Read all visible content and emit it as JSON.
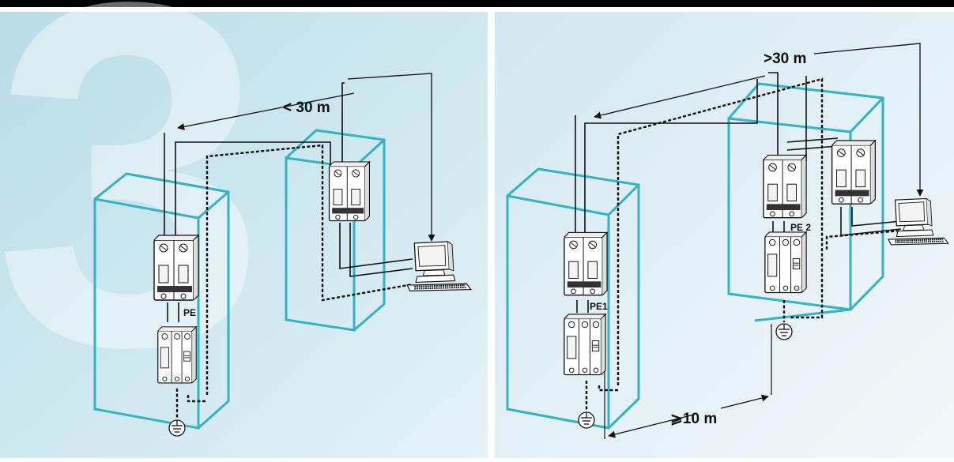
{
  "figure_number": "3",
  "left_panel": {
    "distance_label": "< 30 m",
    "earth_label": "PE"
  },
  "right_panel": {
    "distance_label": ">30 m",
    "earth_label_1": "PE1",
    "earth_label_2": "PE 2",
    "separation_label": "⩾10 m"
  },
  "colors": {
    "top_bar": "#000000",
    "left_panel_bg": "#cfe7ef",
    "right_panel_bg": "#e3f0f5",
    "enclosure": "#33b3c6",
    "wire": "#111111"
  }
}
